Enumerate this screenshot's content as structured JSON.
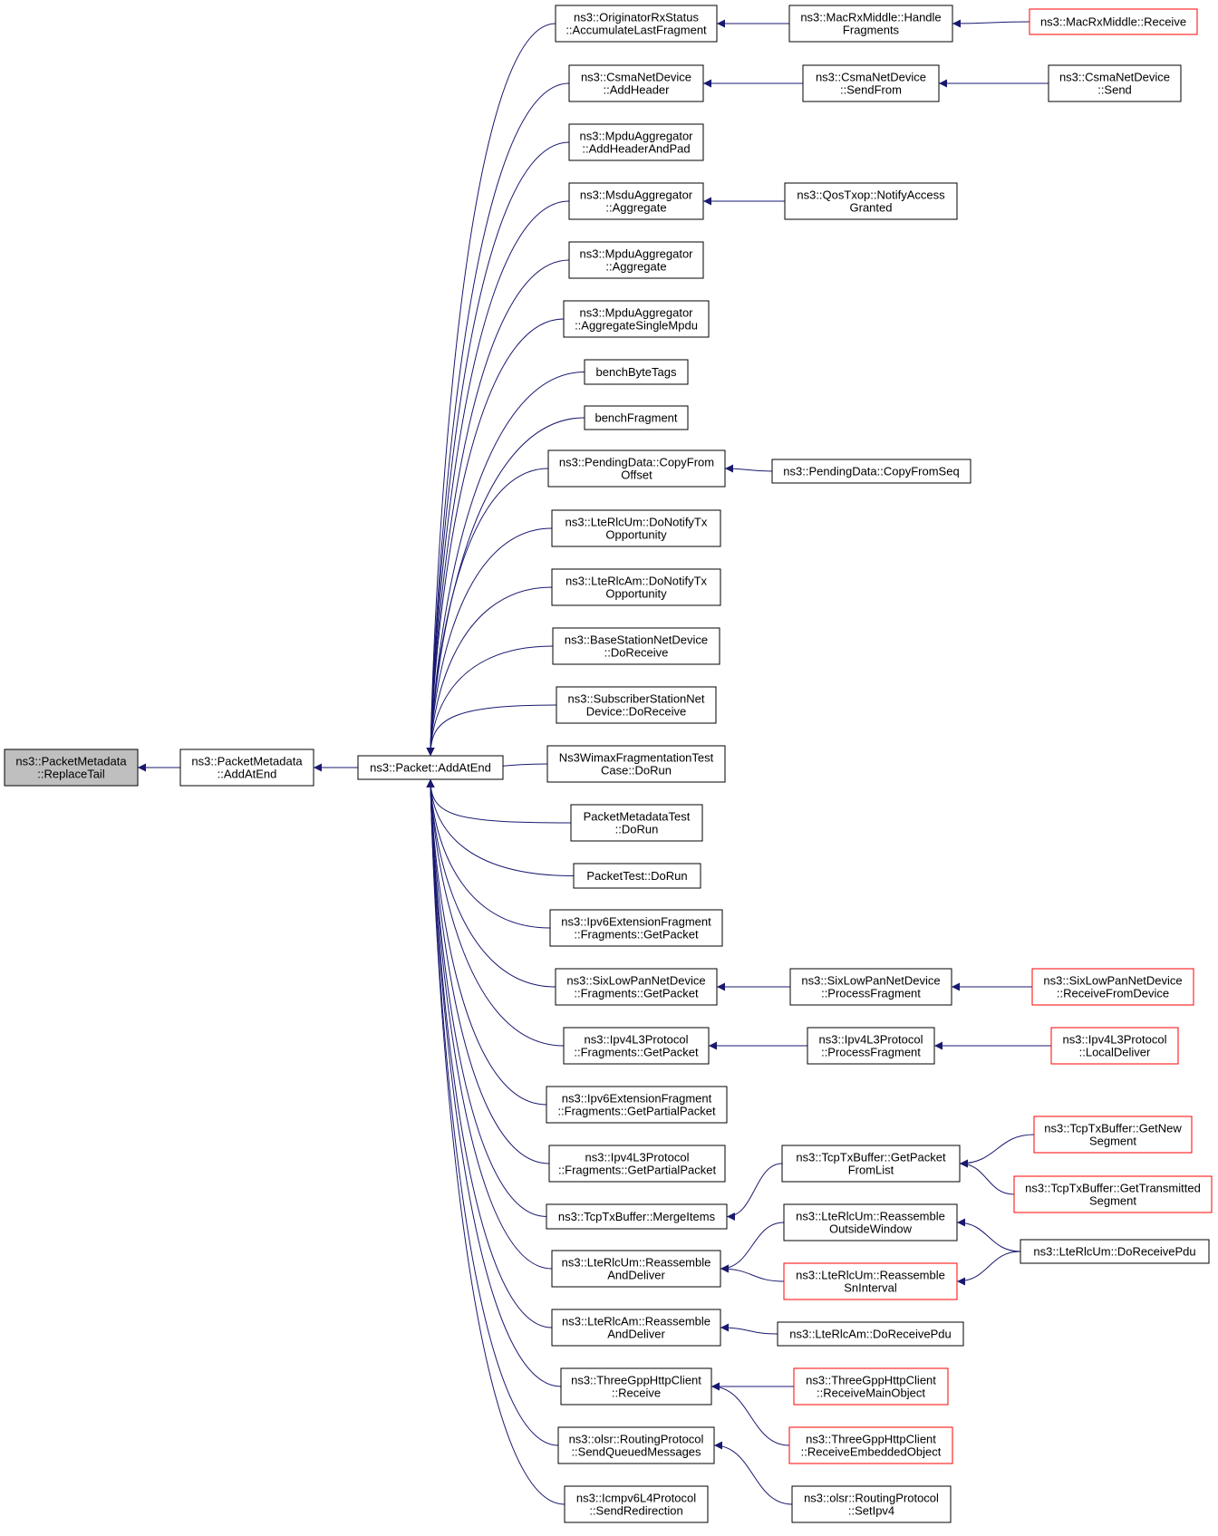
{
  "graph": {
    "edge_color": "#191970",
    "node_border": "#000000",
    "node_border_incomplete": "#ff0000",
    "node_fill": "#ffffff",
    "node_fill_focus": "#bfbfbf",
    "nodes": [
      {
        "id": "replace_tail",
        "lines": [
          "ns3::PacketMetadata",
          "::ReplaceTail"
        ],
        "focus": true
      },
      {
        "id": "pm_addatend",
        "lines": [
          "ns3::PacketMetadata",
          "::AddAtEnd"
        ]
      },
      {
        "id": "packet_addatend",
        "lines": [
          "ns3::Packet::AddAtEnd"
        ]
      },
      {
        "id": "c1",
        "lines": [
          "ns3::OriginatorRxStatus",
          "::AccumulateLastFragment"
        ]
      },
      {
        "id": "c2",
        "lines": [
          "ns3::CsmaNetDevice",
          "::AddHeader"
        ]
      },
      {
        "id": "c3",
        "lines": [
          "ns3::MpduAggregator",
          "::AddHeaderAndPad"
        ]
      },
      {
        "id": "c4",
        "lines": [
          "ns3::MsduAggregator",
          "::Aggregate"
        ]
      },
      {
        "id": "c5",
        "lines": [
          "ns3::MpduAggregator",
          "::Aggregate"
        ]
      },
      {
        "id": "c6",
        "lines": [
          "ns3::MpduAggregator",
          "::AggregateSingleMpdu"
        ]
      },
      {
        "id": "c7",
        "lines": [
          "benchByteTags"
        ]
      },
      {
        "id": "c8",
        "lines": [
          "benchFragment"
        ]
      },
      {
        "id": "c9",
        "lines": [
          "ns3::PendingData::CopyFrom",
          "Offset"
        ]
      },
      {
        "id": "c10",
        "lines": [
          "ns3::LteRlcUm::DoNotifyTx",
          "Opportunity"
        ]
      },
      {
        "id": "c11",
        "lines": [
          "ns3::LteRlcAm::DoNotifyTx",
          "Opportunity"
        ]
      },
      {
        "id": "c12",
        "lines": [
          "ns3::BaseStationNetDevice",
          "::DoReceive"
        ]
      },
      {
        "id": "c13",
        "lines": [
          "ns3::SubscriberStationNet",
          "Device::DoReceive"
        ]
      },
      {
        "id": "c14",
        "lines": [
          "Ns3WimaxFragmentationTest",
          "Case::DoRun"
        ]
      },
      {
        "id": "c15",
        "lines": [
          "PacketMetadataTest",
          "::DoRun"
        ]
      },
      {
        "id": "c16",
        "lines": [
          "PacketTest::DoRun"
        ]
      },
      {
        "id": "c17",
        "lines": [
          "ns3::Ipv6ExtensionFragment",
          "::Fragments::GetPacket"
        ]
      },
      {
        "id": "c18",
        "lines": [
          "ns3::SixLowPanNetDevice",
          "::Fragments::GetPacket"
        ]
      },
      {
        "id": "c19",
        "lines": [
          "ns3::Ipv4L3Protocol",
          "::Fragments::GetPacket"
        ]
      },
      {
        "id": "c20",
        "lines": [
          "ns3::Ipv6ExtensionFragment",
          "::Fragments::GetPartialPacket"
        ]
      },
      {
        "id": "c21",
        "lines": [
          "ns3::Ipv4L3Protocol",
          "::Fragments::GetPartialPacket"
        ]
      },
      {
        "id": "c22",
        "lines": [
          "ns3::TcpTxBuffer::MergeItems"
        ]
      },
      {
        "id": "c23",
        "lines": [
          "ns3::LteRlcUm::Reassemble",
          "AndDeliver"
        ]
      },
      {
        "id": "c24",
        "lines": [
          "ns3::LteRlcAm::Reassemble",
          "AndDeliver"
        ]
      },
      {
        "id": "c25",
        "lines": [
          "ns3::ThreeGppHttpClient",
          "::Receive"
        ]
      },
      {
        "id": "c26",
        "lines": [
          "ns3::olsr::RoutingProtocol",
          "::SendQueuedMessages"
        ]
      },
      {
        "id": "c27",
        "lines": [
          "ns3::Icmpv6L4Protocol",
          "::SendRedirection"
        ]
      },
      {
        "id": "d1",
        "lines": [
          "ns3::MacRxMiddle::Handle",
          "Fragments"
        ]
      },
      {
        "id": "e1",
        "lines": [
          "ns3::MacRxMiddle::Receive"
        ],
        "incomplete": true
      },
      {
        "id": "d2",
        "lines": [
          "ns3::CsmaNetDevice",
          "::SendFrom"
        ]
      },
      {
        "id": "e2",
        "lines": [
          "ns3::CsmaNetDevice",
          "::Send"
        ]
      },
      {
        "id": "d4",
        "lines": [
          "ns3::QosTxop::NotifyAccess",
          "Granted"
        ]
      },
      {
        "id": "d9",
        "lines": [
          "ns3::PendingData::CopyFromSeq"
        ]
      },
      {
        "id": "d18",
        "lines": [
          "ns3::SixLowPanNetDevice",
          "::ProcessFragment"
        ]
      },
      {
        "id": "e18",
        "lines": [
          "ns3::SixLowPanNetDevice",
          "::ReceiveFromDevice"
        ],
        "incomplete": true
      },
      {
        "id": "d19",
        "lines": [
          "ns3::Ipv4L3Protocol",
          "::ProcessFragment"
        ]
      },
      {
        "id": "e19",
        "lines": [
          "ns3::Ipv4L3Protocol",
          "::LocalDeliver"
        ],
        "incomplete": true
      },
      {
        "id": "d22",
        "lines": [
          "ns3::TcpTxBuffer::GetPacket",
          "FromList"
        ]
      },
      {
        "id": "e22a",
        "lines": [
          "ns3::TcpTxBuffer::GetNew",
          "Segment"
        ],
        "incomplete": true
      },
      {
        "id": "e22b",
        "lines": [
          "ns3::TcpTxBuffer::GetTransmitted",
          "Segment"
        ],
        "incomplete": true
      },
      {
        "id": "d23a",
        "lines": [
          "ns3::LteRlcUm::Reassemble",
          "OutsideWindow"
        ]
      },
      {
        "id": "d23b",
        "lines": [
          "ns3::LteRlcUm::Reassemble",
          "SnInterval"
        ],
        "incomplete": true
      },
      {
        "id": "e23",
        "lines": [
          "ns3::LteRlcUm::DoReceivePdu"
        ]
      },
      {
        "id": "d24",
        "lines": [
          "ns3::LteRlcAm::DoReceivePdu"
        ]
      },
      {
        "id": "d25a",
        "lines": [
          "ns3::ThreeGppHttpClient",
          "::ReceiveMainObject"
        ],
        "incomplete": true
      },
      {
        "id": "d25b",
        "lines": [
          "ns3::ThreeGppHttpClient",
          "::ReceiveEmbeddedObject"
        ],
        "incomplete": true
      },
      {
        "id": "d26",
        "lines": [
          "ns3::olsr::RoutingProtocol",
          "::SetIpv4"
        ]
      }
    ],
    "edges": [
      [
        "pm_addatend",
        "replace_tail"
      ],
      [
        "packet_addatend",
        "pm_addatend"
      ],
      [
        "c1",
        "packet_addatend"
      ],
      [
        "c2",
        "packet_addatend"
      ],
      [
        "c3",
        "packet_addatend"
      ],
      [
        "c4",
        "packet_addatend"
      ],
      [
        "c5",
        "packet_addatend"
      ],
      [
        "c6",
        "packet_addatend"
      ],
      [
        "c7",
        "packet_addatend"
      ],
      [
        "c8",
        "packet_addatend"
      ],
      [
        "c9",
        "packet_addatend"
      ],
      [
        "c10",
        "packet_addatend"
      ],
      [
        "c11",
        "packet_addatend"
      ],
      [
        "c12",
        "packet_addatend"
      ],
      [
        "c13",
        "packet_addatend"
      ],
      [
        "c14",
        "packet_addatend"
      ],
      [
        "c15",
        "packet_addatend"
      ],
      [
        "c16",
        "packet_addatend"
      ],
      [
        "c17",
        "packet_addatend"
      ],
      [
        "c18",
        "packet_addatend"
      ],
      [
        "c19",
        "packet_addatend"
      ],
      [
        "c20",
        "packet_addatend"
      ],
      [
        "c21",
        "packet_addatend"
      ],
      [
        "c22",
        "packet_addatend"
      ],
      [
        "c23",
        "packet_addatend"
      ],
      [
        "c24",
        "packet_addatend"
      ],
      [
        "c25",
        "packet_addatend"
      ],
      [
        "c26",
        "packet_addatend"
      ],
      [
        "c27",
        "packet_addatend"
      ],
      [
        "d1",
        "c1"
      ],
      [
        "e1",
        "d1"
      ],
      [
        "d2",
        "c2"
      ],
      [
        "e2",
        "d2"
      ],
      [
        "d4",
        "c4"
      ],
      [
        "d9",
        "c9"
      ],
      [
        "d18",
        "c18"
      ],
      [
        "e18",
        "d18"
      ],
      [
        "d19",
        "c19"
      ],
      [
        "e19",
        "d19"
      ],
      [
        "d22",
        "c22"
      ],
      [
        "e22a",
        "d22"
      ],
      [
        "e22b",
        "d22"
      ],
      [
        "d23a",
        "c23"
      ],
      [
        "d23b",
        "c23"
      ],
      [
        "e23",
        "d23a"
      ],
      [
        "e23",
        "d23b"
      ],
      [
        "d24",
        "c24"
      ],
      [
        "d25a",
        "c25"
      ],
      [
        "d25b",
        "c25"
      ],
      [
        "d26",
        "c26"
      ]
    ]
  }
}
